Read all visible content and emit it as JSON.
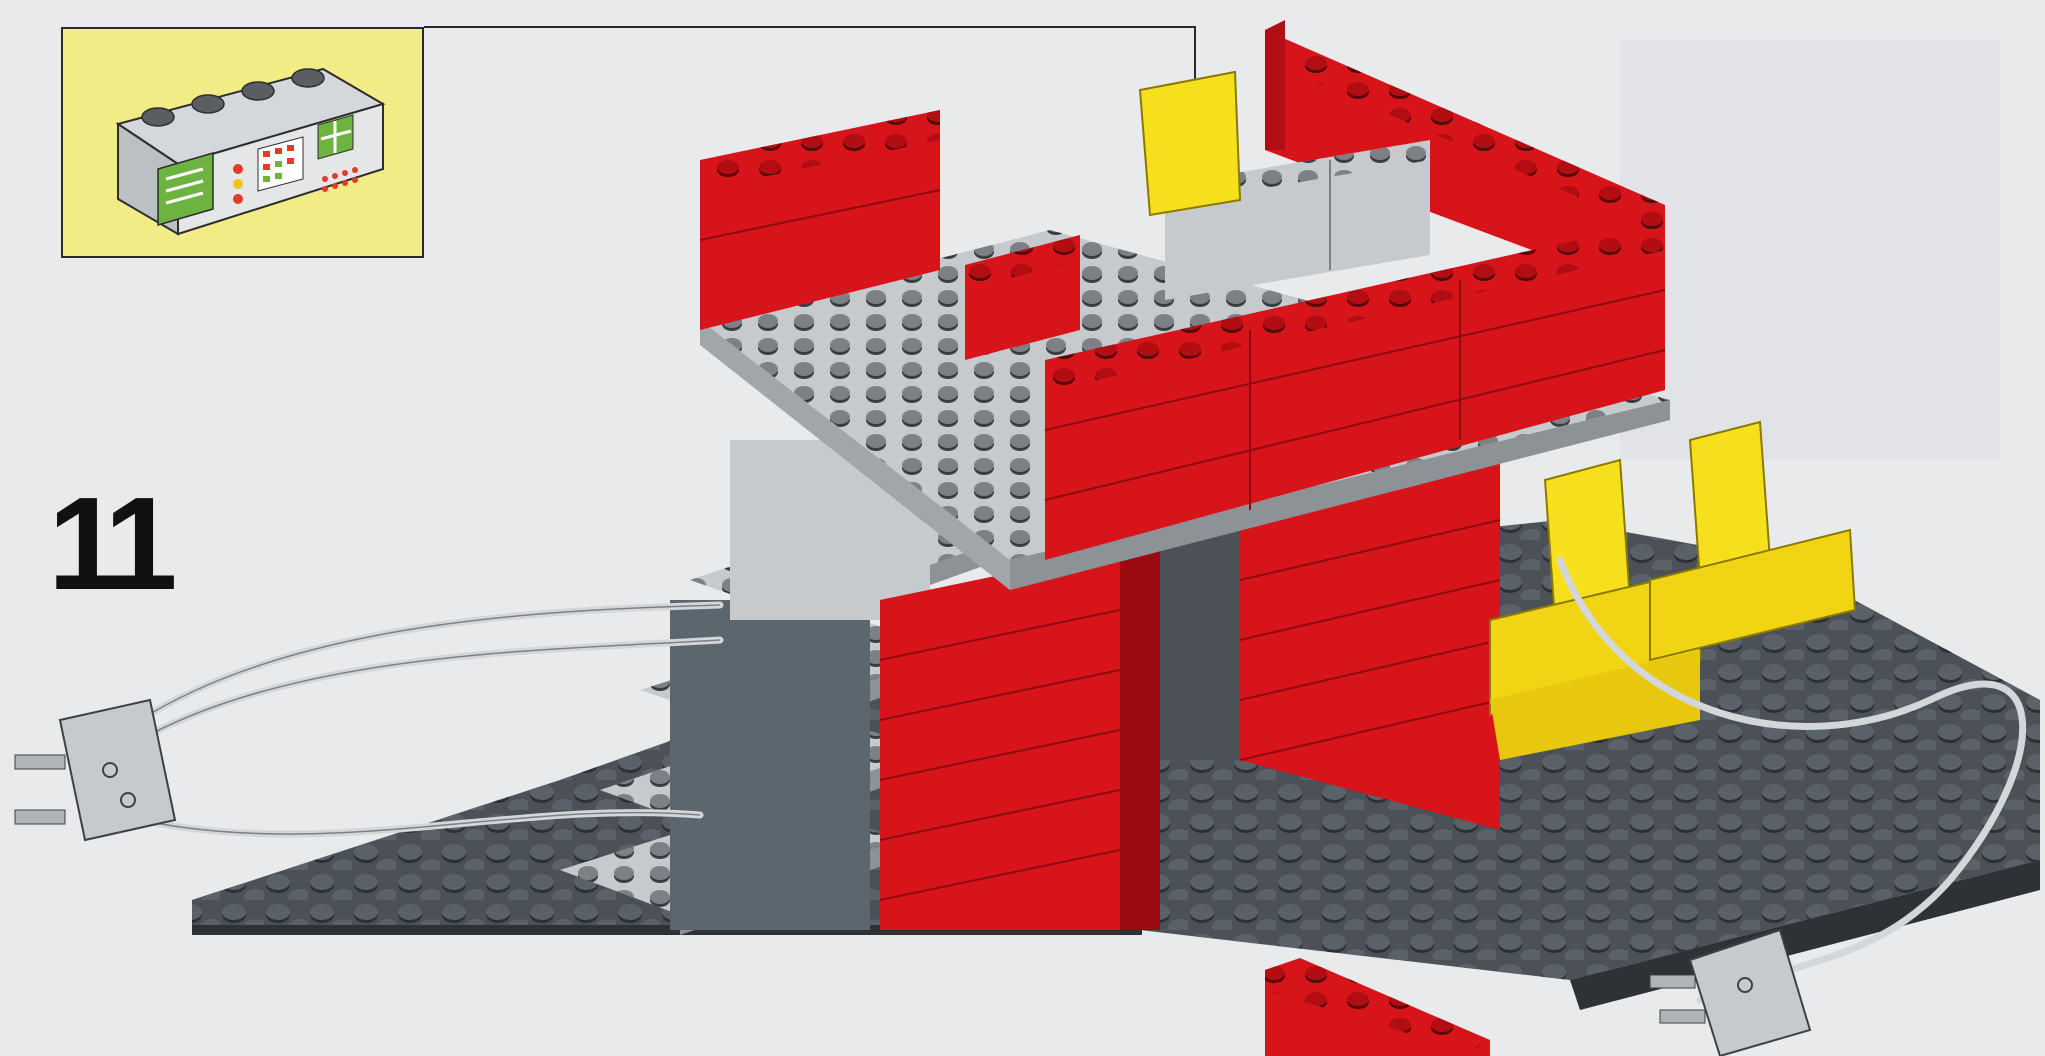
{
  "step": {
    "number": "11"
  },
  "colors": {
    "background": "#e9eaec",
    "baseplate": "#4b5157",
    "baseplate_stud": "#2c3135",
    "red_brick": "#d8141b",
    "red_dark": "#9b0a10",
    "gray_brick": "#c6cacd",
    "yellow_seat": "#f6e01e",
    "callout_bg": "#f2ec86",
    "console_screen": "#6cb33f"
  },
  "icons": {
    "callout": "control-console-brick",
    "seats": "yellow-seat-icons",
    "connectors": "electric-plug-icons"
  }
}
